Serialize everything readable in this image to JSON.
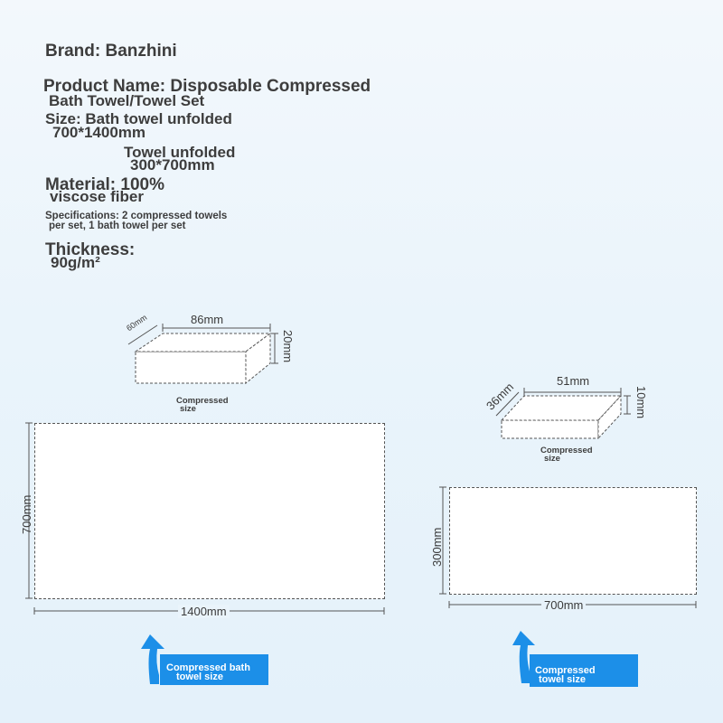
{
  "specs": {
    "brand": "Brand: Banzhini",
    "product_line1": "Product Name: Disposable Compressed",
    "product_line2": "Bath Towel/Towel Set",
    "size_line1": "Size: Bath towel unfolded",
    "size_line2": "700*1400mm",
    "towel_line1": "Towel unfolded",
    "towel_line2": "300*700mm",
    "material_line1": "Material: 100%",
    "material_line2": "viscose fiber",
    "spec_line1": "Specifications: 2 compressed towels",
    "spec_line2": "per set, 1 bath towel per set",
    "thickness_line1": "Thickness:",
    "thickness_line2": "90g/m²"
  },
  "bath": {
    "block_width": "86mm",
    "block_depth": "60mm",
    "block_height": "20mm",
    "compressed_line1": "Compressed",
    "compressed_line2": "size",
    "unfolded_height": "700mm",
    "unfolded_width": "1400mm",
    "badge_line1": "Compressed bath",
    "badge_line2": "towel size"
  },
  "towel": {
    "block_width": "51mm",
    "block_depth": "36mm",
    "block_height": "10mm",
    "compressed_line1": "Compressed",
    "compressed_line2": "size",
    "unfolded_height": "300mm",
    "unfolded_width": "700mm",
    "badge_line1": "Compressed",
    "badge_line2": "towel size"
  },
  "colors": {
    "accent": "#1c8fe8",
    "text": "#3d3d3d"
  }
}
